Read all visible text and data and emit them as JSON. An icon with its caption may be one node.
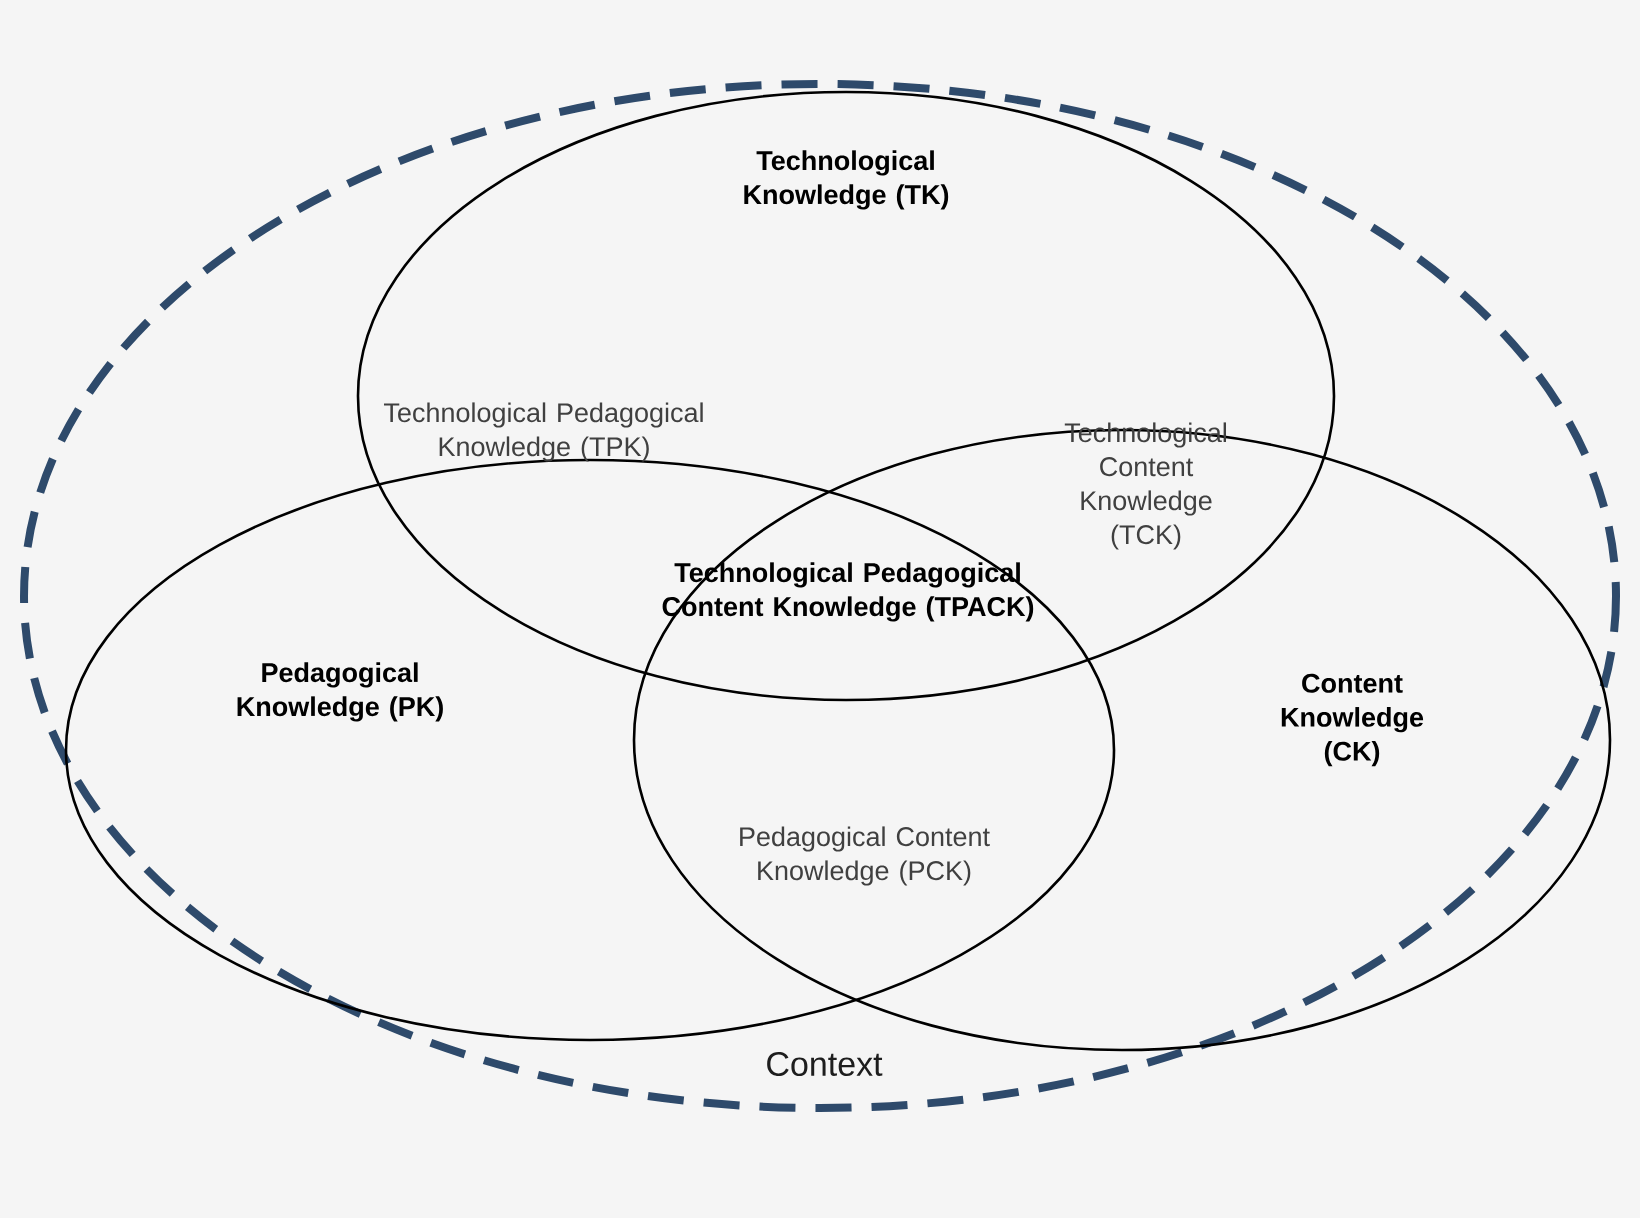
{
  "diagram": {
    "nodes": [
      {
        "text": [
          "Context"
        ]
      },
      {
        "text": [
          "Technological Knowledge (TK)"
        ]
      },
      {
        "text": [
          "Pedagogical Knowledge (PK)"
        ]
      },
      {
        "text": [
          "Content Knowledge (CK)"
        ]
      }
    ],
    "labels": [
      "Technological Pedagogical Knowledge (TPK)",
      "Technological Content Knowledge (TCK)",
      "Technological Pedagogical Content Knowledge (TPACK)",
      "Pedagogical Content Knowledge (PCK)"
    ]
  }
}
